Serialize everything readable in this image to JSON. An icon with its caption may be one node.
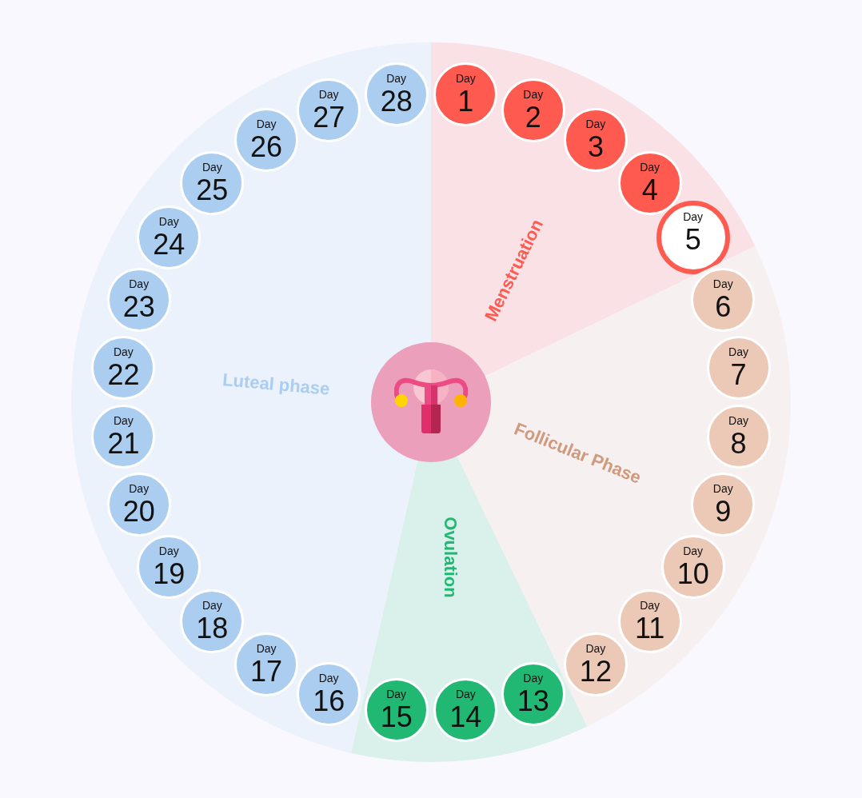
{
  "diagram": {
    "nodes": [
      {
        "text": [
          "Menstruation"
        ]
      },
      {
        "text": [
          "Follicular Phase"
        ]
      },
      {
        "text": [
          "Ovulation"
        ]
      },
      {
        "text": [
          "Luteal phase"
        ]
      },
      {
        "text": [],
        "shape": "picture"
      },
      {
        "text": [
          "Day",
          "1"
        ],
        "in": 0
      },
      {
        "text": [
          "Day",
          "2"
        ],
        "in": 0
      },
      {
        "text": [
          "Day",
          "3"
        ],
        "in": 0
      },
      {
        "text": [
          "Day",
          "4"
        ],
        "in": 0
      },
      {
        "text": [
          "Day",
          "5"
        ],
        "in": 0
      },
      {
        "text": [
          "Day",
          "6"
        ],
        "in": 1
      },
      {
        "text": [
          "Day",
          "7"
        ],
        "in": 1
      },
      {
        "text": [
          "Day",
          "8"
        ],
        "in": 1
      },
      {
        "text": [
          "Day",
          "9"
        ],
        "in": 1
      },
      {
        "text": [
          "Day",
          "10"
        ],
        "in": 1
      },
      {
        "text": [
          "Day",
          "11"
        ],
        "in": 1
      },
      {
        "text": [
          "Day",
          "12"
        ],
        "in": 1
      },
      {
        "text": [
          "Day",
          "13"
        ],
        "in": 2
      },
      {
        "text": [
          "Day",
          "14"
        ],
        "in": 2
      },
      {
        "text": [
          "Day",
          "15"
        ],
        "in": 2
      },
      {
        "text": [
          "Day",
          "16"
        ],
        "in": 3
      },
      {
        "text": [
          "Day",
          "17"
        ],
        "in": 3
      },
      {
        "text": [
          "Day",
          "18"
        ],
        "in": 3
      },
      {
        "text": [
          "Day",
          "19"
        ],
        "in": 3
      },
      {
        "text": [
          "Day",
          "20"
        ],
        "in": 3
      },
      {
        "text": [
          "Day",
          "21"
        ],
        "in": 3
      },
      {
        "text": [
          "Day",
          "22"
        ],
        "in": 3
      },
      {
        "text": [
          "Day",
          "23"
        ],
        "in": 3
      },
      {
        "text": [
          "Day",
          "24"
        ],
        "in": 3
      },
      {
        "text": [
          "Day",
          "25"
        ],
        "in": 3
      },
      {
        "text": [
          "Day",
          "26"
        ],
        "in": 3
      },
      {
        "text": [
          "Day",
          "27"
        ],
        "in": 3
      },
      {
        "text": [
          "Day",
          "28"
        ],
        "in": 3
      }
    ]
  }
}
